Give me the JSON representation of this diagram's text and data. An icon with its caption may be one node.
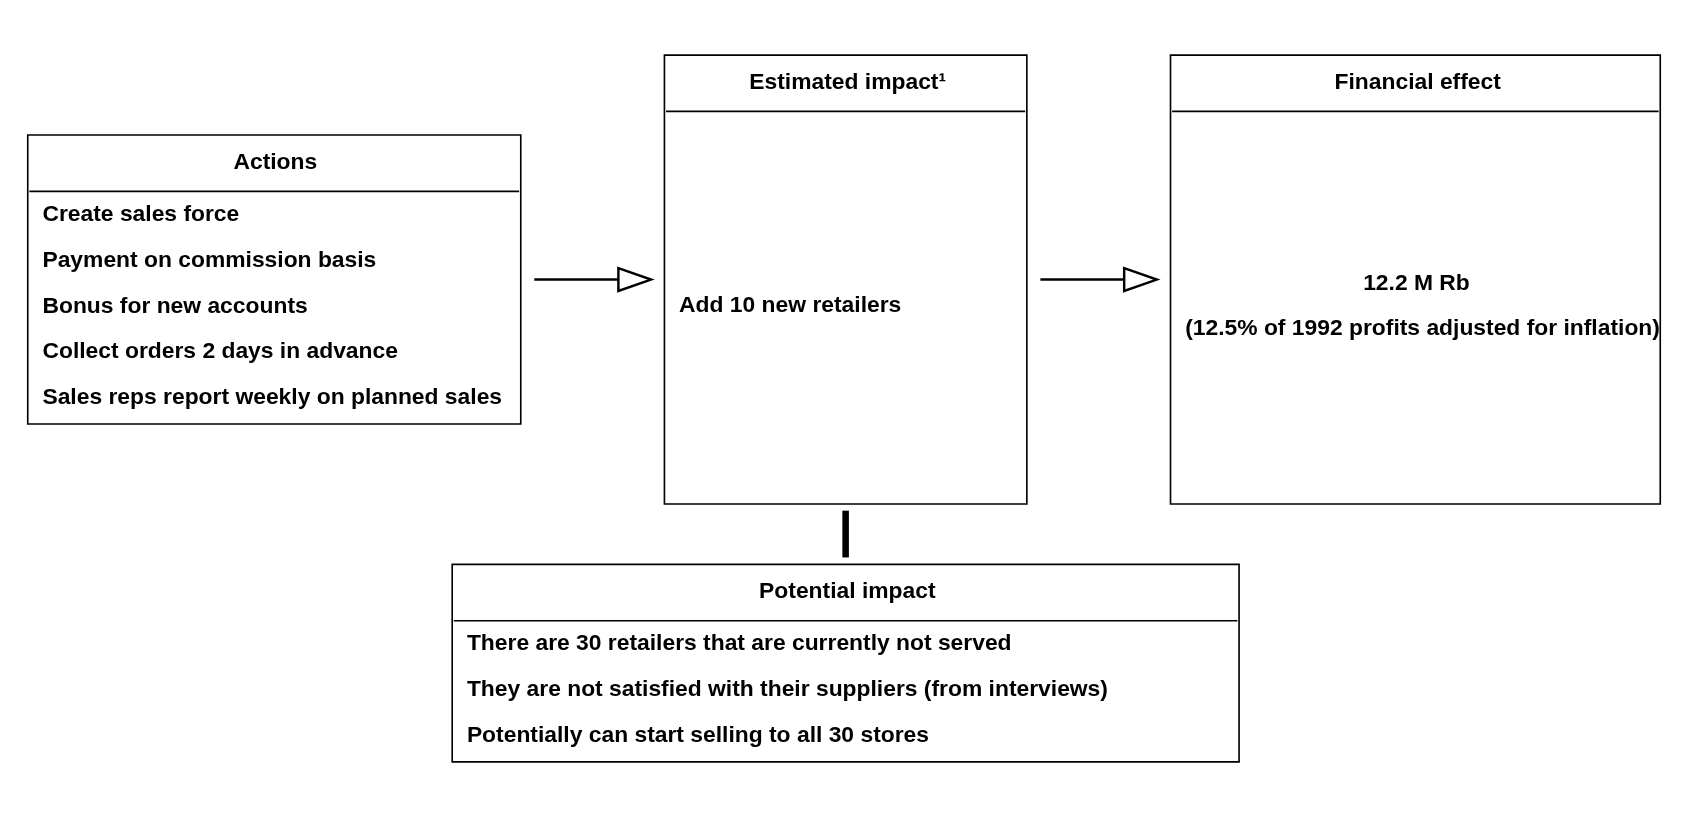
{
  "diagram": {
    "nodes": [
      {
        "text": [
          "Actions",
          "Create sales force",
          "Payment on commission basis",
          "Bonus for new accounts",
          "Collect orders 2 days in advance",
          "Sales reps report weekly on planned sales"
        ]
      },
      {
        "text": [
          "Estimated impact¹",
          "Add 10 new retailers"
        ]
      },
      {
        "text": [
          "Financial effect",
          "12.2 M Rb",
          "(12.5% of 1992 profits adjusted for inflation)"
        ]
      },
      {
        "text": [
          "Potential impact",
          "There are 30 retailers that are currently not served",
          "They are not satisfied with their suppliers (from interviews)",
          "Potentially can start selling to all 30 stores"
        ]
      }
    ],
    "edges": [
      {
        "from": 0,
        "to": 1,
        "arrow": "to"
      },
      {
        "from": 1,
        "to": 2,
        "arrow": "to"
      },
      {
        "from": 1,
        "to": 3,
        "arrow": "none",
        "style": "thick"
      }
    ]
  }
}
